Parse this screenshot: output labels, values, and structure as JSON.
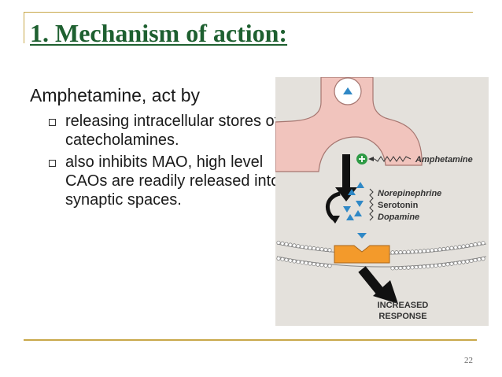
{
  "slide": {
    "title": "1. Mechanism of action:",
    "intro": "Amphetamine, act by",
    "bullets": [
      "releasing intracellular stores of catecholamines.",
      "also inhibits MAO, high level CAOs are readily released into synaptic spaces."
    ],
    "page_number": "22"
  },
  "diagram": {
    "labels": {
      "drug": "Amphetamine",
      "neurotransmitters": [
        "Norepinephrine",
        "Serotonin",
        "Dopamine"
      ],
      "response_line1": "INCREASED",
      "response_line2": "RESPONSE"
    },
    "colors": {
      "background": "#e4e1dc",
      "neuron": "#f1c4bd",
      "neuron_outline": "#a67670",
      "receptor": "#f39a2b",
      "transmitter": "#2f88c6",
      "drug_badge": "#2e9a45",
      "accent_rule": "#c8a84a",
      "title_green": "#1e6030"
    }
  }
}
